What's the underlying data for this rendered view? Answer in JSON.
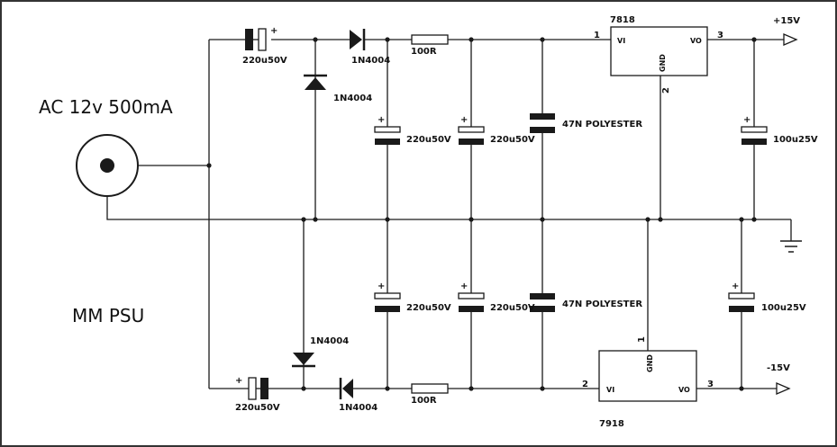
{
  "title": {
    "input": "AC 12v 500mA",
    "name": "MM PSU"
  },
  "top": {
    "cap_in": "220u50V",
    "diode_h": "1N4004",
    "diode_v": "1N4004",
    "res": "100R",
    "cap1": "220u50V",
    "cap2": "220u50V",
    "cap3": "47N POLYESTER",
    "reg": "7818",
    "reg_vi": "VI",
    "reg_vo": "VO",
    "reg_gnd": "GND",
    "pin1": "1",
    "pin2": "2",
    "pin3": "3",
    "cap_out": "100u25V",
    "out": "+15V"
  },
  "bottom": {
    "cap_in": "220u50V",
    "diode_h": "1N4004",
    "diode_v": "1N4004",
    "res": "100R",
    "cap1": "220u50V",
    "cap2": "220u50V",
    "cap3": "47N POLYESTER",
    "reg": "7918",
    "reg_vi": "VI",
    "reg_vo": "VO",
    "reg_gnd": "GND",
    "pin1": "1",
    "pin2": "2",
    "pin3": "3",
    "cap_out": "100u25V",
    "out": "-15V"
  },
  "plus": "+"
}
